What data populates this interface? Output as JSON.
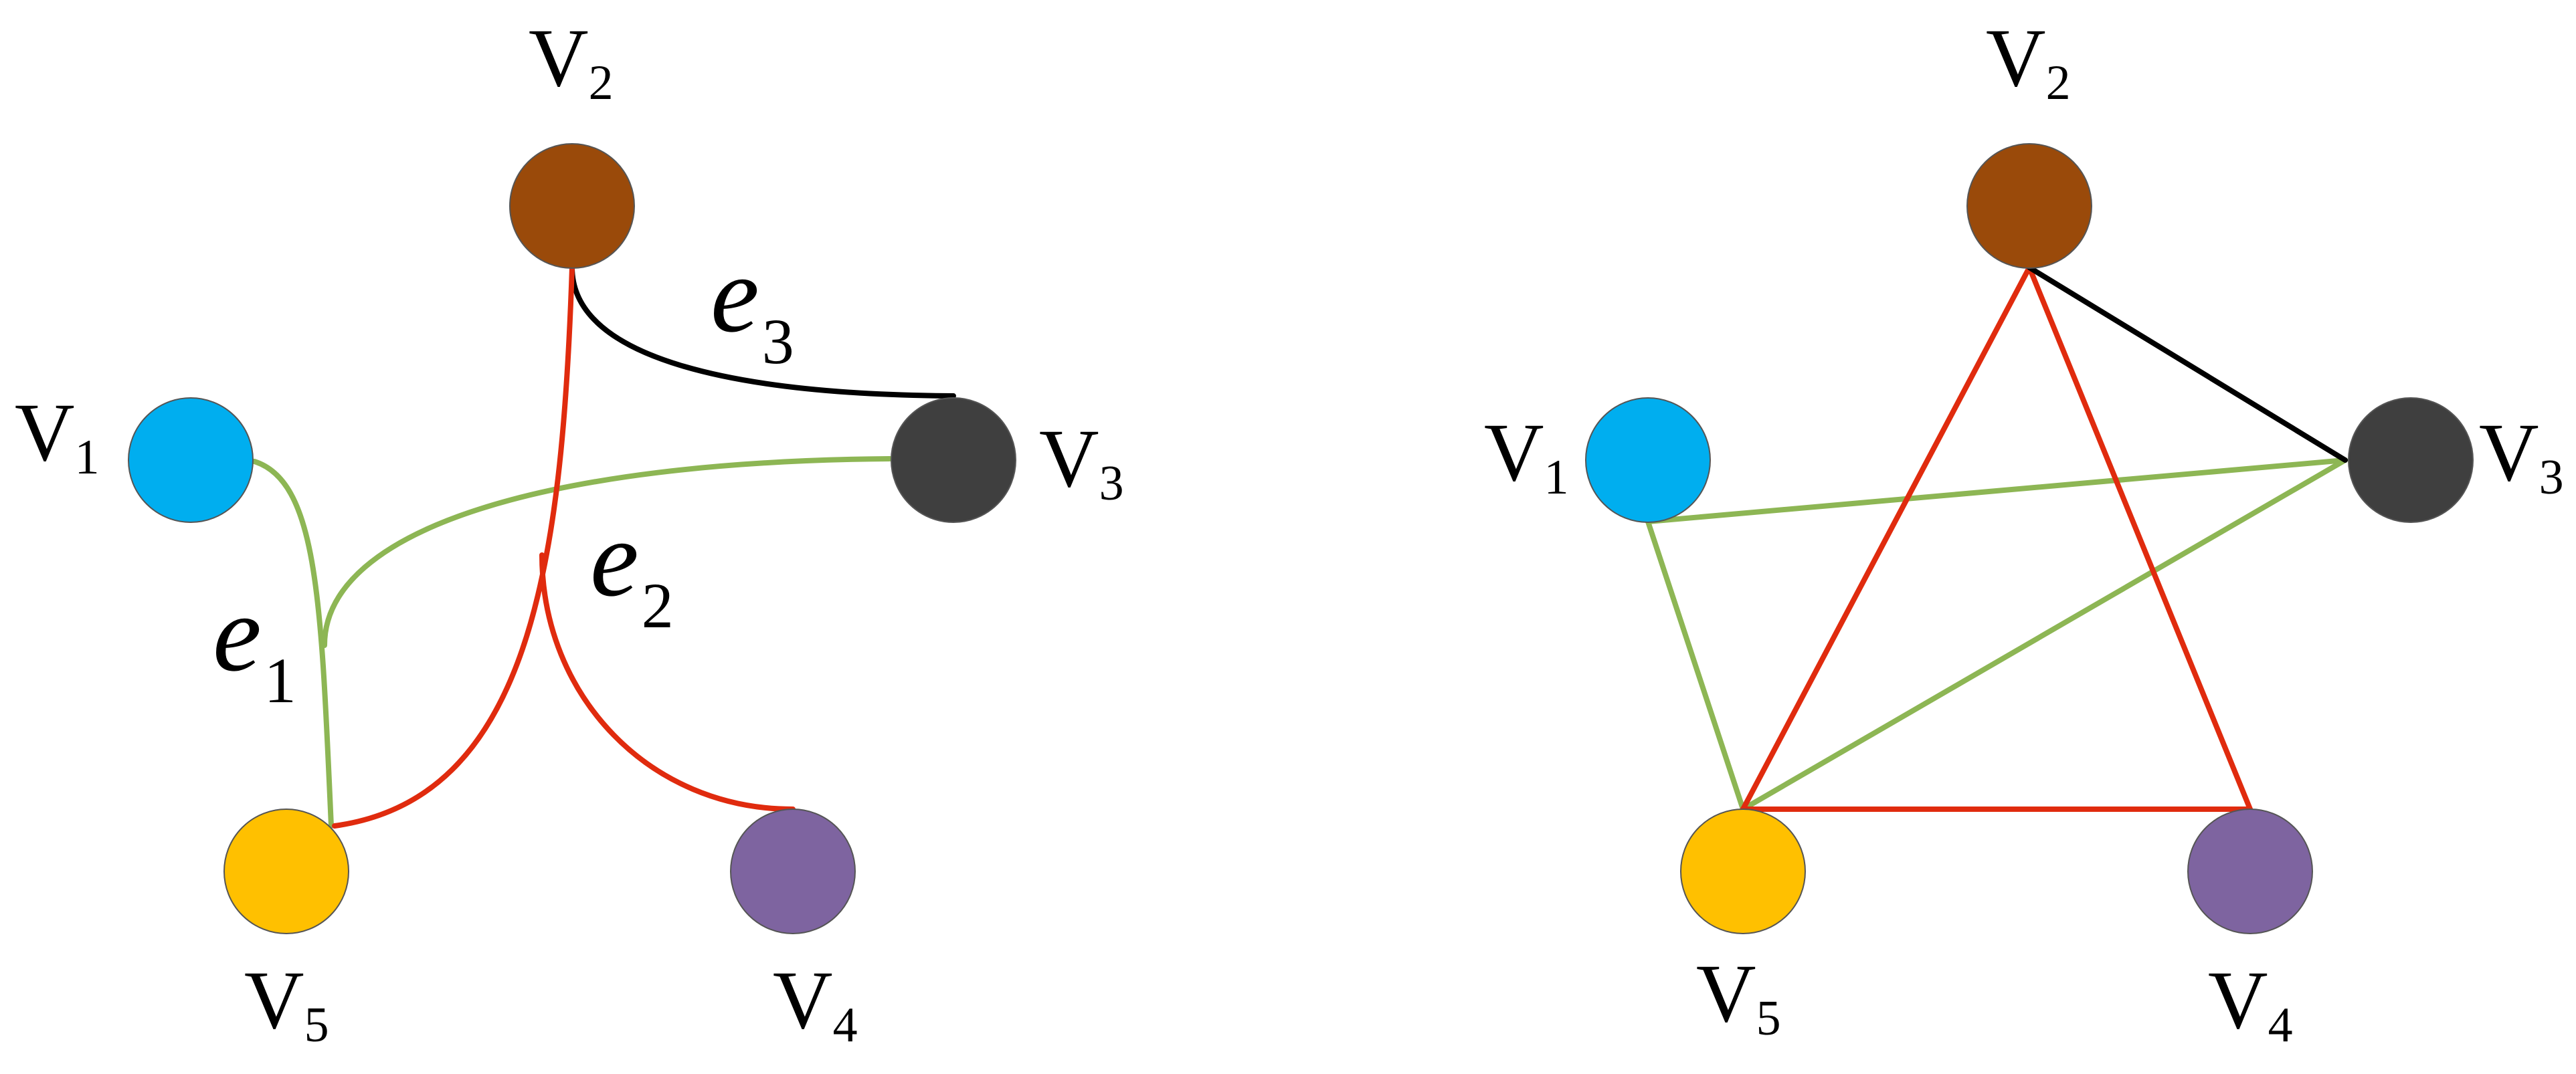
{
  "colors": {
    "v1": "#00AEEF",
    "v2": "#9A4A0A",
    "v3": "#3F3F3F",
    "v4": "#7E64A0",
    "v5": "#FFC000",
    "edge_green": "#8DB654",
    "edge_red": "#E02B0E",
    "edge_black": "#000000"
  },
  "hypergraph": {
    "vertices": {
      "v1": {
        "letter": "V",
        "index": "1"
      },
      "v2": {
        "letter": "V",
        "index": "2"
      },
      "v3": {
        "letter": "V",
        "index": "3"
      },
      "v4": {
        "letter": "V",
        "index": "4"
      },
      "v5": {
        "letter": "V",
        "index": "5"
      }
    },
    "hyperedges": {
      "e1": {
        "letter": "e",
        "index": "1",
        "members": [
          "v1",
          "v3",
          "v5"
        ]
      },
      "e2": {
        "letter": "e",
        "index": "2",
        "members": [
          "v2",
          "v4",
          "v5"
        ]
      },
      "e3": {
        "letter": "e",
        "index": "3",
        "members": [
          "v2",
          "v3"
        ]
      }
    }
  },
  "graph": {
    "vertices": {
      "v1": {
        "letter": "V",
        "index": "1"
      },
      "v2": {
        "letter": "V",
        "index": "2"
      },
      "v3": {
        "letter": "V",
        "index": "3"
      },
      "v4": {
        "letter": "V",
        "index": "4"
      },
      "v5": {
        "letter": "V",
        "index": "5"
      }
    },
    "edges": [
      {
        "from": "v1",
        "to": "v3",
        "color": "green"
      },
      {
        "from": "v1",
        "to": "v5",
        "color": "green"
      },
      {
        "from": "v3",
        "to": "v5",
        "color": "green"
      },
      {
        "from": "v2",
        "to": "v5",
        "color": "red"
      },
      {
        "from": "v2",
        "to": "v4",
        "color": "red"
      },
      {
        "from": "v5",
        "to": "v4",
        "color": "red"
      },
      {
        "from": "v2",
        "to": "v3",
        "color": "black"
      }
    ]
  }
}
